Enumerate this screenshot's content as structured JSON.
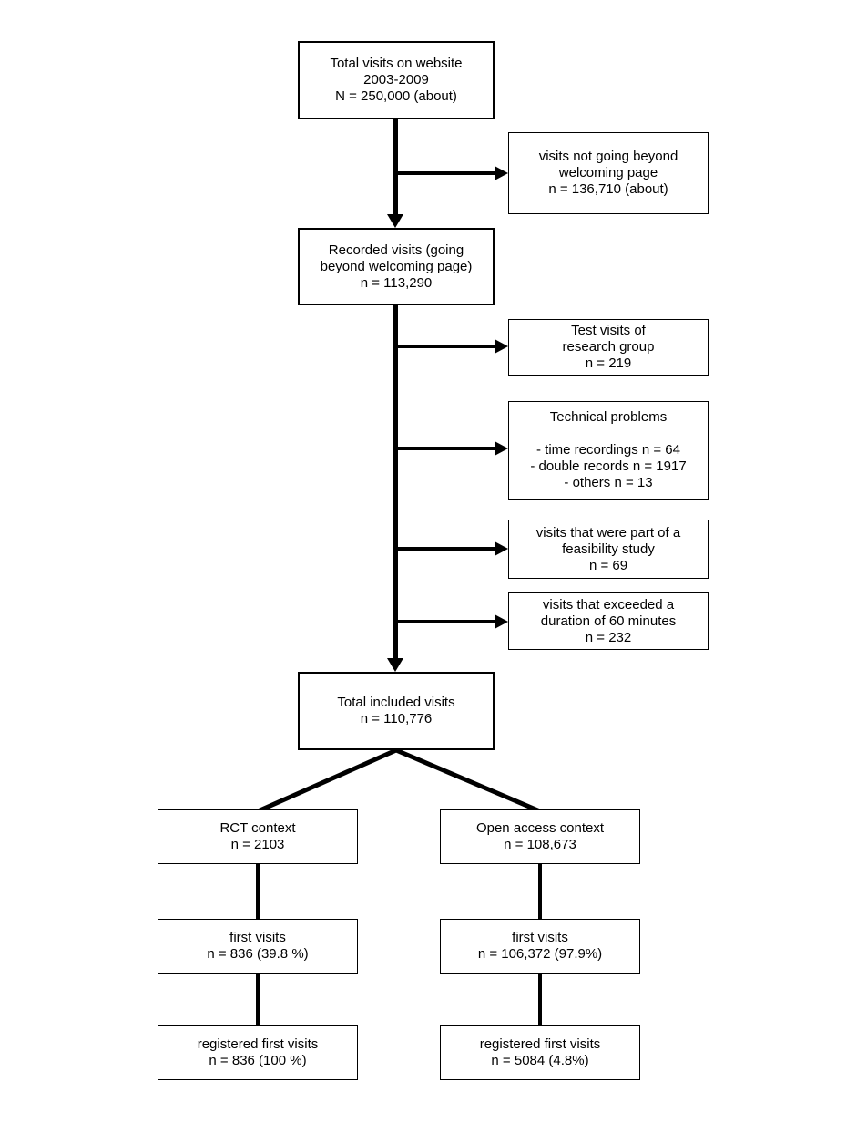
{
  "diagram": {
    "colors": {
      "line": "#000000",
      "background": "#ffffff"
    },
    "boxes": {
      "total_visits": {
        "lines": [
          "Total visits on website",
          "2003-2009",
          "N = 250,000 (about)"
        ]
      },
      "not_beyond": {
        "lines": [
          "visits not going beyond",
          "welcoming page",
          "n = 136,710 (about)"
        ]
      },
      "recorded": {
        "lines": [
          "Recorded visits (going",
          "beyond welcoming page)",
          "n = 113,290"
        ]
      },
      "test_visits": {
        "lines": [
          "Test visits of",
          "research group",
          "n = 219"
        ]
      },
      "technical": {
        "lines": [
          "Technical problems",
          "",
          "- time recordings n = 64",
          "- double records n = 1917",
          "- others n = 13"
        ]
      },
      "feasibility": {
        "lines": [
          "visits that were part of a",
          "feasibility study",
          "n = 69"
        ]
      },
      "exceeded": {
        "lines": [
          "visits that exceeded a",
          "duration of 60 minutes",
          "n = 232"
        ]
      },
      "total_included": {
        "lines": [
          "Total included visits",
          "n = 110,776"
        ]
      },
      "rct": {
        "lines": [
          "RCT context",
          "n = 2103"
        ]
      },
      "open_access": {
        "lines": [
          "Open access context",
          "n = 108,673"
        ]
      },
      "first_rct": {
        "lines": [
          "first visits",
          "n = 836 (39.8 %)"
        ]
      },
      "first_open": {
        "lines": [
          "first visits",
          "n = 106,372 (97.9%)"
        ]
      },
      "reg_rct": {
        "lines": [
          "registered first visits",
          "n = 836 (100 %)"
        ]
      },
      "reg_open": {
        "lines": [
          "registered first visits",
          "n = 5084 (4.8%)"
        ]
      }
    }
  }
}
